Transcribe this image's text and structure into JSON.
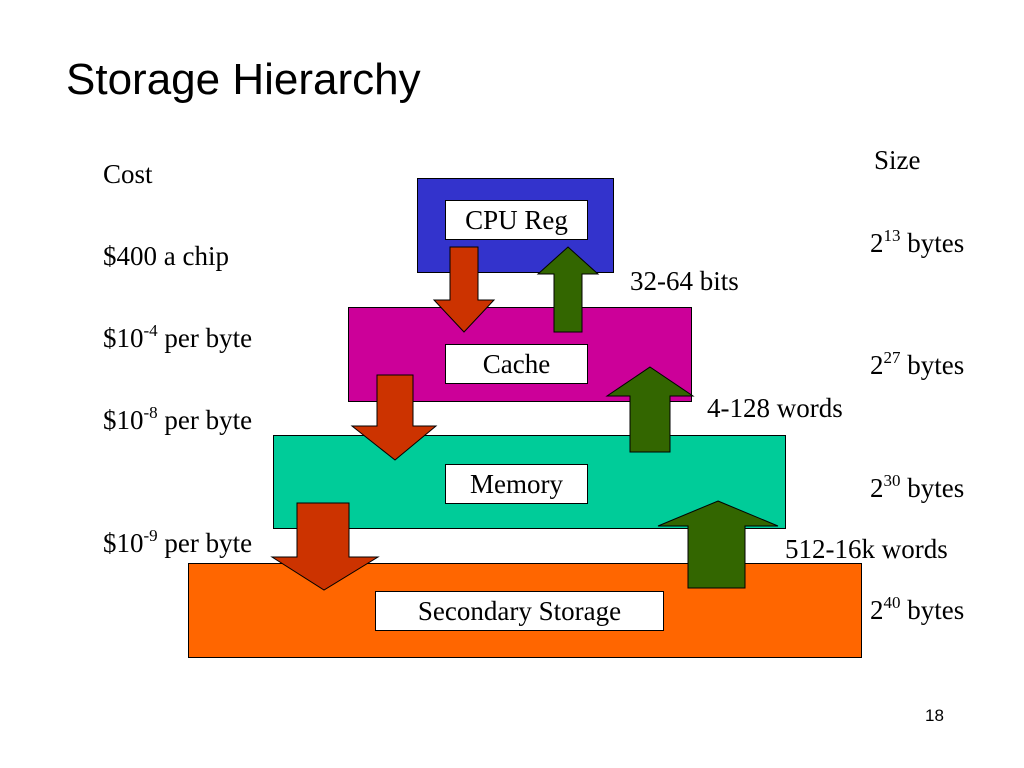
{
  "slide": {
    "title": "Storage Hierarchy",
    "page_number": "18",
    "colors": {
      "cpu_reg": "#3333CC",
      "cache": "#CC0099",
      "memory": "#00CC99",
      "secondary": "#FF6600",
      "down_arrow": "#CC3300",
      "up_arrow": "#336600"
    }
  },
  "cost": {
    "header": "Cost",
    "items": [
      {
        "base": "$400 a chip",
        "exp": "",
        "suffix": ""
      },
      {
        "base": "$10",
        "exp": "-4",
        "suffix": " per byte"
      },
      {
        "base": "$10",
        "exp": "-8",
        "suffix": " per byte"
      },
      {
        "base": "$10",
        "exp": "-9",
        "suffix": " per byte"
      }
    ]
  },
  "size": {
    "header": "Size",
    "items": [
      {
        "base": "2",
        "exp": "13",
        "suffix": " bytes"
      },
      {
        "base": "2",
        "exp": "27",
        "suffix": " bytes"
      },
      {
        "base": "2",
        "exp": "30",
        "suffix": " bytes"
      },
      {
        "base": "2",
        "exp": "40",
        "suffix": " bytes"
      }
    ]
  },
  "tiers": [
    {
      "label": "CPU Reg"
    },
    {
      "label": "Cache"
    },
    {
      "label": "Memory"
    },
    {
      "label": "Secondary Storage"
    }
  ],
  "transfers": [
    "32-64 bits",
    "4-128 words",
    "512-16k words"
  ]
}
